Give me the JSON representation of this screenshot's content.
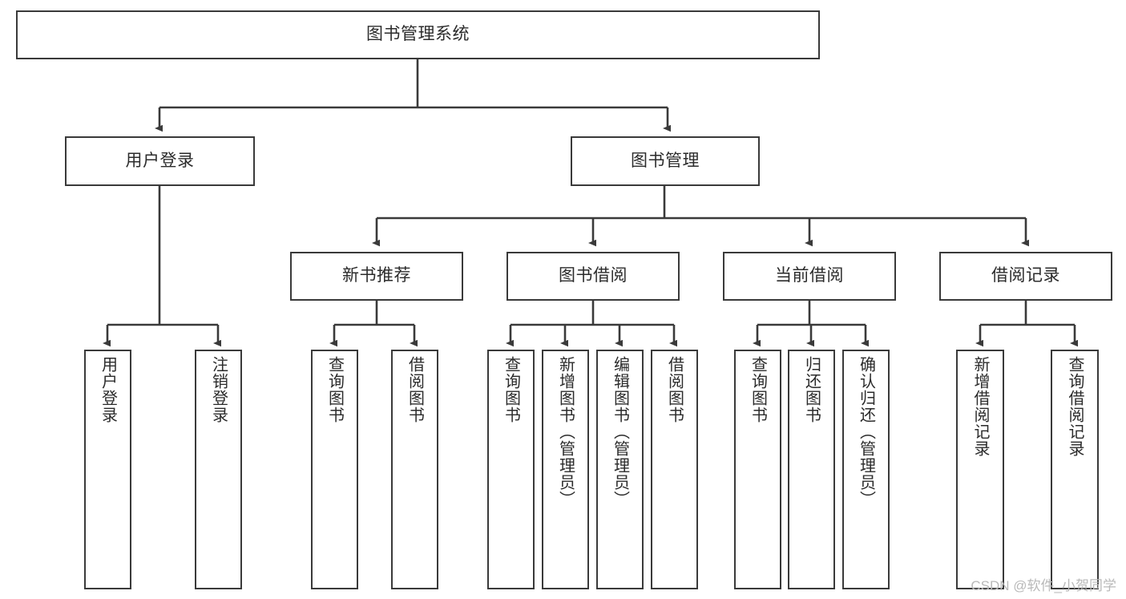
{
  "diagram": {
    "title": "图书管理系统",
    "type": "tree",
    "watermark": "CSDN @软件_小贺同学",
    "colors": {
      "background": "#ffffff",
      "box_border": "#3a3a3a",
      "box_fill": "#ffffff",
      "edge": "#3a3a3a",
      "text": "#2b2b2b",
      "watermark": "#b9b9b9"
    },
    "nodes": {
      "root": {
        "label": "图书管理系统"
      },
      "level1": [
        {
          "label": "用户登录"
        },
        {
          "label": "图书管理"
        }
      ],
      "level2": [
        {
          "label": "新书推荐"
        },
        {
          "label": "图书借阅"
        },
        {
          "label": "当前借阅"
        },
        {
          "label": "借阅记录"
        }
      ],
      "leaves": {
        "user_login": [
          {
            "label": "用户登录"
          },
          {
            "label": "注销登录"
          }
        ],
        "new_book_recommend": [
          {
            "label": "查询图书"
          },
          {
            "label": "借阅图书"
          }
        ],
        "book_borrow": [
          {
            "label": "查询图书"
          },
          {
            "label": "新增图书（管理员）"
          },
          {
            "label": "编辑图书（管理员）"
          },
          {
            "label": "借阅图书"
          }
        ],
        "current_borrow": [
          {
            "label": "查询图书"
          },
          {
            "label": "归还图书"
          },
          {
            "label": "确认归还（管理员）"
          }
        ],
        "borrow_record": [
          {
            "label": "新增借阅记录"
          },
          {
            "label": "查询借阅记录"
          }
        ]
      }
    }
  }
}
